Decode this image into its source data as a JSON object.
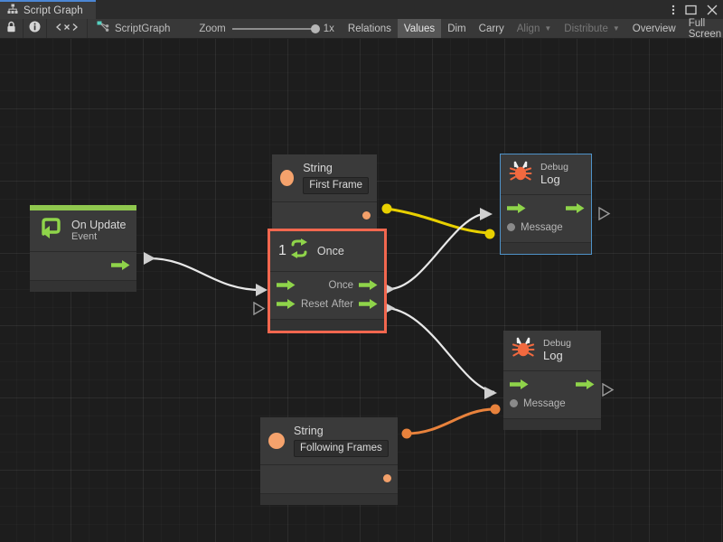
{
  "window": {
    "tab_label": "Script Graph",
    "tab_icon": "hierarchy-icon",
    "menu_icon": "kebab-menu-icon",
    "maximize_icon": "maximize-icon",
    "close_icon": "close-icon"
  },
  "toolbar": {
    "lock_icon": "lock-icon",
    "info_icon": "info-icon",
    "code_icon": "angle-brackets-icon",
    "graph_icon": "script-graph-icon",
    "graph_name": "ScriptGraph",
    "zoom_label": "Zoom",
    "zoom_value": "1x",
    "buttons": [
      {
        "label": "Relations",
        "state": "normal"
      },
      {
        "label": "Values",
        "state": "active"
      },
      {
        "label": "Dim",
        "state": "normal"
      },
      {
        "label": "Carry",
        "state": "normal"
      },
      {
        "label": "Align",
        "state": "disabled",
        "dropdown": true
      },
      {
        "label": "Distribute",
        "state": "disabled",
        "dropdown": true
      },
      {
        "label": "Overview",
        "state": "normal"
      },
      {
        "label": "Full Screen",
        "state": "normal"
      }
    ]
  },
  "graph": {
    "nodes": [
      {
        "id": "on-update",
        "title": "On Update",
        "subtitle": "Event",
        "icon": "event-loop-icon",
        "accent_color": "#8fc74e",
        "selected": false,
        "highlighted": false,
        "out_flow_label": ""
      },
      {
        "id": "string-first-frame",
        "title": "String",
        "icon": "string-value-icon",
        "value": "First Frame",
        "selected": false,
        "highlighted": false
      },
      {
        "id": "once",
        "title": "Once",
        "icon": "once-loop-icon",
        "badge": "1",
        "selected": true,
        "highlighted": false,
        "in_ports": [
          "",
          "Reset"
        ],
        "out_ports": [
          "Once",
          "After"
        ]
      },
      {
        "id": "string-following-frames",
        "title": "String",
        "icon": "string-value-icon",
        "value": "Following Frames",
        "selected": false,
        "highlighted": false
      },
      {
        "id": "debug-log-1",
        "title_small": "Debug",
        "title_big": "Log",
        "icon": "bug-icon",
        "selected": false,
        "highlighted": true,
        "message_label": "Message"
      },
      {
        "id": "debug-log-2",
        "title_small": "Debug",
        "title_big": "Log",
        "icon": "bug-icon",
        "selected": false,
        "highlighted": false,
        "message_label": "Message"
      }
    ],
    "colors": {
      "flow_wire": "#e8e8e8",
      "string_wire_top": "#e8d000",
      "string_wire_bottom": "#e8823c",
      "selection": "#f2674f",
      "highlight": "#4f93c9",
      "event_accent": "#8fc74e",
      "flow_port": "#8fd44a"
    }
  }
}
